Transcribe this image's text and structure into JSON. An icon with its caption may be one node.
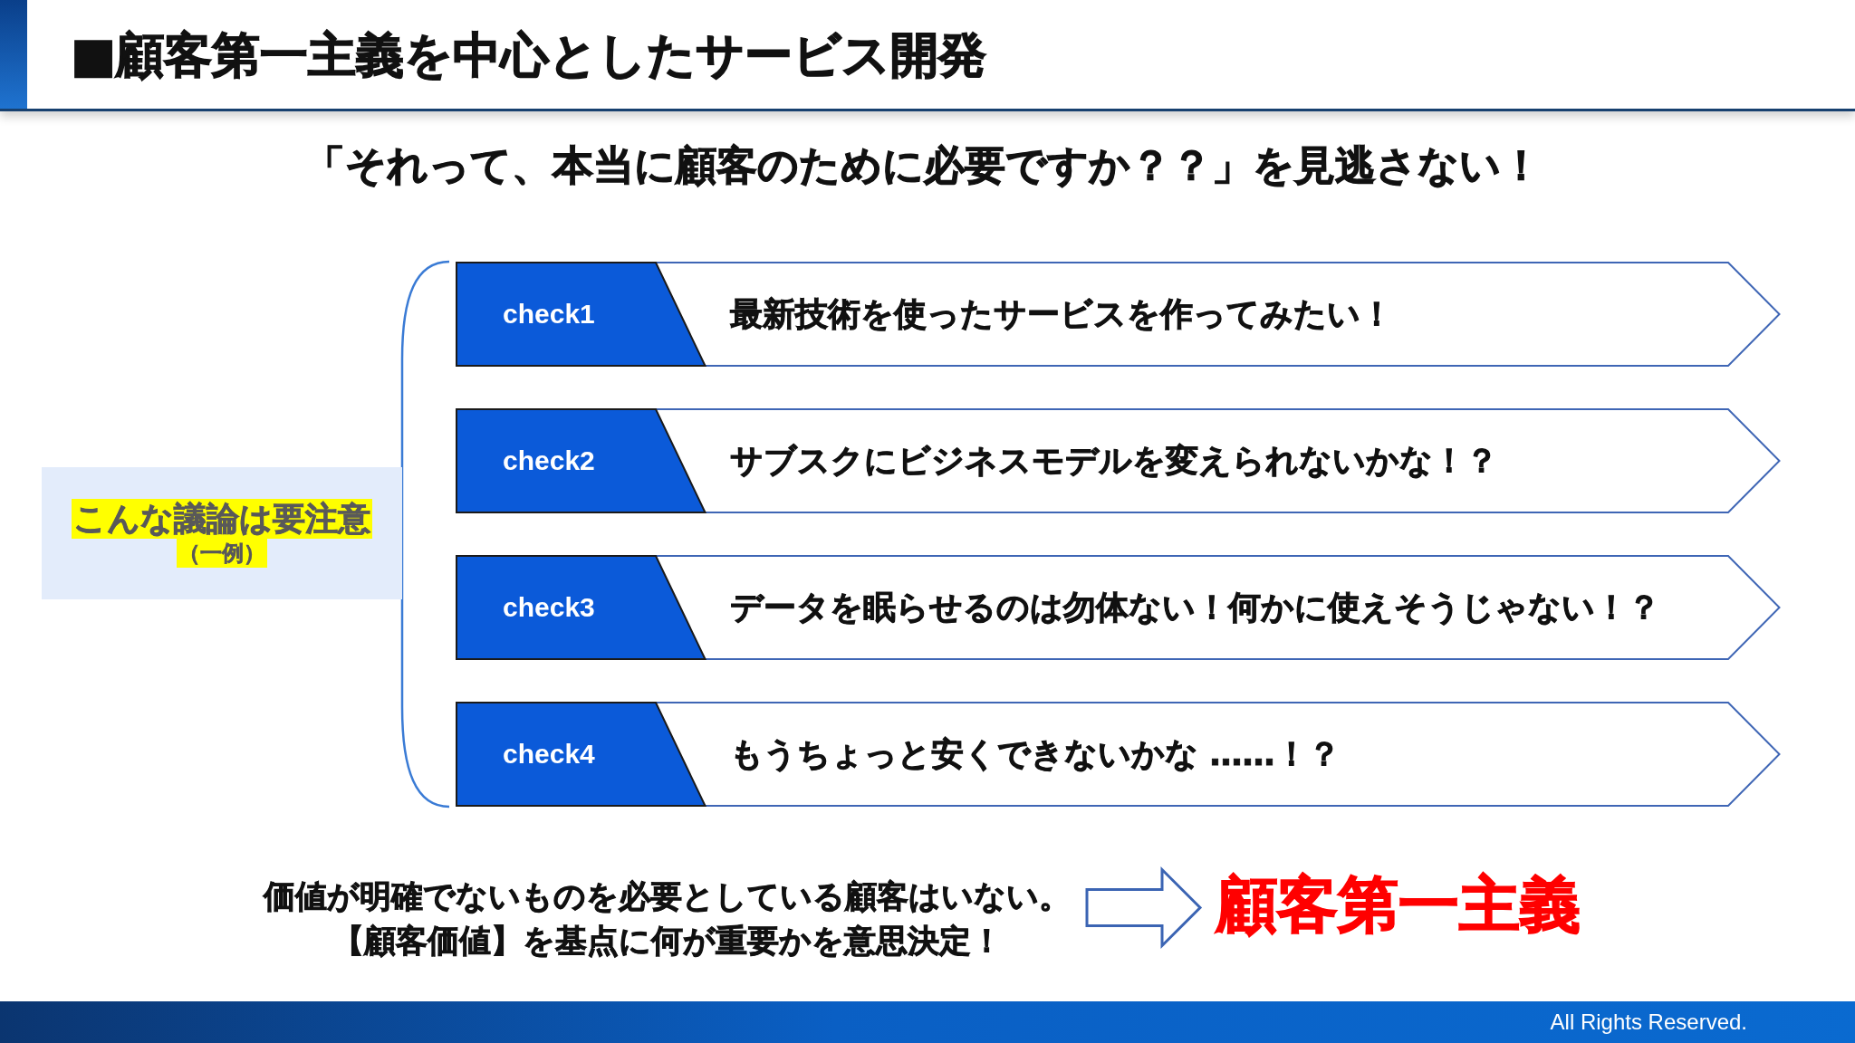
{
  "diagram": {
    "title": "■顧客第一主義を中心としたサービス開発",
    "nodes": [
      {
        "text": [
          "こんな議論は要注意",
          "（一例）"
        ]
      },
      {
        "text": [
          "最新技術を使ったサービスを作ってみたい！"
        ]
      },
      {
        "text": [
          "check1"
        ],
        "in": 1
      },
      {
        "text": [
          "サブスクにビジネスモデルを変えられないかな！？"
        ]
      },
      {
        "text": [
          "check2"
        ],
        "in": 3
      },
      {
        "text": [
          "データを眠らせるのは勿体ない！何かに使えそうじゃない！？"
        ]
      },
      {
        "text": [
          "check3"
        ],
        "in": 5
      },
      {
        "text": [
          "もうちょっと安くできないかな ……！？"
        ]
      },
      {
        "text": [
          "check4"
        ],
        "in": 7
      },
      {
        "text": [
          "価値が明確でないものを必要としている顧客はいない。",
          "【顧客価値】を基点に何が重要かを意思決定！"
        ]
      },
      {
        "text": [
          "顧客第一主義"
        ]
      }
    ],
    "edges": [
      {
        "from": 9,
        "to": 10,
        "arrow": "to"
      }
    ],
    "labels": [
      "「それって、本当に顧客のために必要ですか？？」を見逃さない！",
      "All Rights Reserved."
    ]
  }
}
